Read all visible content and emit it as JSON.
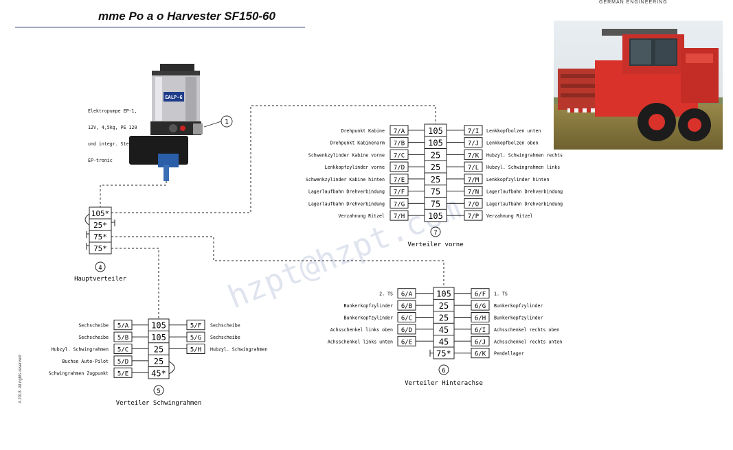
{
  "header": {
    "title": "mme Po  a  o Harvester SF150-60",
    "brand": "GERMAN ENGINEERING",
    "copyright": "A 2018. All rights reserved!"
  },
  "pump": {
    "callout": "1",
    "badge": "EALP-G",
    "label_lines": [
      "Elektropumpe EP-1,",
      "12V, 4,5kg, PE 120",
      "und integr. Steuerung",
      "EP-tronic"
    ]
  },
  "watermark": "hzpt@hzpt.com",
  "main_distributor": {
    "number": "4",
    "name": "Hauptverteiler",
    "outlets": [
      "105*",
      "25*",
      "75*",
      "75*"
    ]
  },
  "distributor_7": {
    "number": "7",
    "name": "Verteiler vorne",
    "rows": [
      {
        "left_label": "Drehpunkt Kabine",
        "left_code": "7/A",
        "left_value": "105",
        "right_code": "7/I",
        "right_label": "Lenkkopfbolzen unten"
      },
      {
        "left_label": "Drehpunkt Kabinenarm",
        "left_code": "7/B",
        "left_value": "105",
        "right_code": "7/J",
        "right_label": "Lenkkopfbolzen oben"
      },
      {
        "left_label": "Schwenkzylinder Kabine vorne",
        "left_code": "7/C",
        "left_value": "25",
        "right_code": "7/K",
        "right_label": "Hubzyl. Schwingrahmen rechts"
      },
      {
        "left_label": "Lenkkopfzylinder vorne",
        "left_code": "7/D",
        "left_value": "25",
        "right_code": "7/L",
        "right_label": "Hubzyl. Schwingrahmen links"
      },
      {
        "left_label": "Schwenkzylinder Kabine hinten",
        "left_code": "7/E",
        "left_value": "25",
        "right_code": "7/M",
        "right_label": "Lenkkopfzylinder hinten"
      },
      {
        "left_label": "Lagerlaufbahn Drehverbindung",
        "left_code": "7/F",
        "left_value": "75",
        "right_code": "7/N",
        "right_label": "Lagerlaufbahn Drehverbindung"
      },
      {
        "left_label": "Lagerlaufbahn Drehverbindung",
        "left_code": "7/G",
        "left_value": "75",
        "right_code": "7/O",
        "right_label": "Lagerlaufbahn Drehverbindung"
      },
      {
        "left_label": "Verzahnung Ritzel",
        "left_code": "7/H",
        "left_value": "105",
        "right_code": "7/P",
        "right_label": "Verzahnung Ritzel"
      }
    ]
  },
  "distributor_6": {
    "number": "6",
    "name": "Verteiler Hinterachse",
    "rows": [
      {
        "left_label": "2. TS",
        "left_code": "6/A",
        "value": "105",
        "right_code": "6/F",
        "right_label": "1. TS"
      },
      {
        "left_label": "Bunkerkopfzylinder",
        "left_code": "6/B",
        "value": "25",
        "right_code": "6/G",
        "right_label": "Bunkerkopfzylinder"
      },
      {
        "left_label": "Bunkerkopfzylinder",
        "left_code": "6/C",
        "value": "25",
        "right_code": "6/H",
        "right_label": "Bunkerkopfzylinder"
      },
      {
        "left_label": "Achsschenkel links oben",
        "left_code": "6/D",
        "value": "45",
        "right_code": "6/I",
        "right_label": "Achsschenkel rechts oben"
      },
      {
        "left_label": "Achsschenkel links unten",
        "left_code": "6/E",
        "value": "45",
        "right_code": "6/J",
        "right_label": "Achsschenkel rechts unten"
      },
      {
        "left_label": "",
        "left_code": "",
        "value": "75*",
        "right_code": "6/K",
        "right_label": "Pendellager"
      }
    ]
  },
  "distributor_5": {
    "number": "5",
    "name": "Verteiler Schwingrahmen",
    "rows": [
      {
        "left_label": "Sechscheibe",
        "left_code": "5/A",
        "value": "105",
        "right_code": "5/F",
        "right_label": "Sechscheibe"
      },
      {
        "left_label": "Sechscheibe",
        "left_code": "5/B",
        "value": "105",
        "right_code": "5/G",
        "right_label": "Sechscheibe"
      },
      {
        "left_label": "Hubzyl. Schwingrahmen",
        "left_code": "5/C",
        "value": "25",
        "right_code": "5/H",
        "right_label": "Hubzyl. Schwingrahmen"
      },
      {
        "left_label": "Buchse Auto-Pilot",
        "left_code": "5/D",
        "value": "25",
        "right_code": "",
        "right_label": ""
      },
      {
        "left_label": "Schwingrahmen Zugpunkt",
        "left_code": "5/E",
        "value": "45*",
        "right_code": "",
        "right_label": ""
      }
    ]
  }
}
